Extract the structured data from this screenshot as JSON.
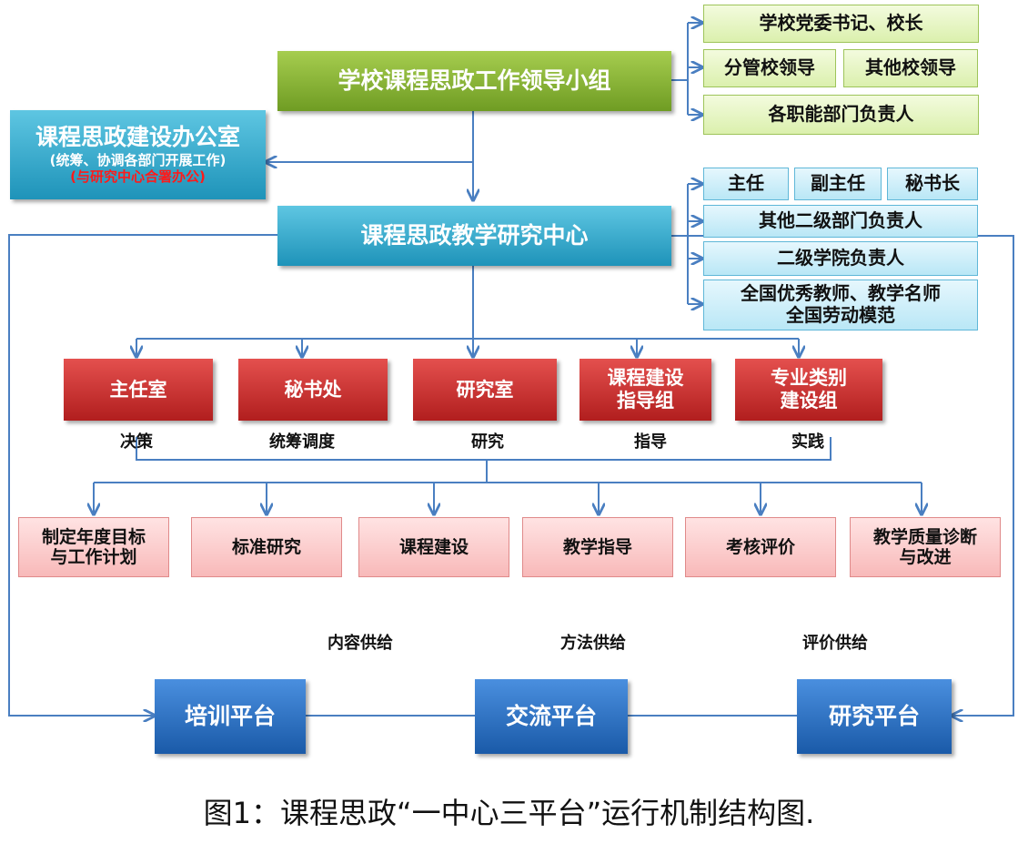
{
  "leader_group": "学校课程思政工作领导小组",
  "leader_members": {
    "secretary": "学校党委书记、校长",
    "vice_leader": "分管校领导",
    "other_leaders": "其他校领导",
    "dept_heads": "各职能部门负责人"
  },
  "office": {
    "title": "课程思政建设办公室",
    "note": "(统筹、协调各部门开展工作)",
    "note_red": "(与研究中心合署办公)"
  },
  "center": "课程思政教学研究中心",
  "center_members": {
    "director": "主任",
    "vice_director": "副主任",
    "secretary_general": "秘书长",
    "second_level_heads": "其他二级部门负责人",
    "college_heads": "二级学院负责人",
    "excellent_line1": "全国优秀教师、教学名师",
    "excellent_line2": "全国劳动模范"
  },
  "units": [
    {
      "name": "主任室",
      "role": "决策"
    },
    {
      "name": "秘书处",
      "role": "统筹调度"
    },
    {
      "name": "研究室",
      "role": "研究"
    },
    {
      "name_line1": "课程建设",
      "name_line2": "指导组",
      "role": "指导"
    },
    {
      "name_line1": "专业类别",
      "name_line2": "建设组",
      "role": "实践"
    }
  ],
  "tasks": [
    {
      "line1": "制定年度目标",
      "line2": "与工作计划"
    },
    {
      "line1": "标准研究"
    },
    {
      "line1": "课程建设"
    },
    {
      "line1": "教学指导"
    },
    {
      "line1": "考核评价"
    },
    {
      "line1": "教学质量诊断",
      "line2": "与改进"
    }
  ],
  "supply": {
    "content": "内容供给",
    "method": "方法供给",
    "evaluation": "评价供给"
  },
  "platforms": {
    "training": "培训平台",
    "exchange": "交流平台",
    "research": "研究平台"
  },
  "caption": "图1：课程思政“一中心三平台”运行机制结构图.",
  "colors": {
    "line": "#4a7fc1",
    "green": "#8ab53a",
    "teal": "#2ba6cb",
    "red": "#c93232",
    "blue": "#2a6fc4"
  }
}
